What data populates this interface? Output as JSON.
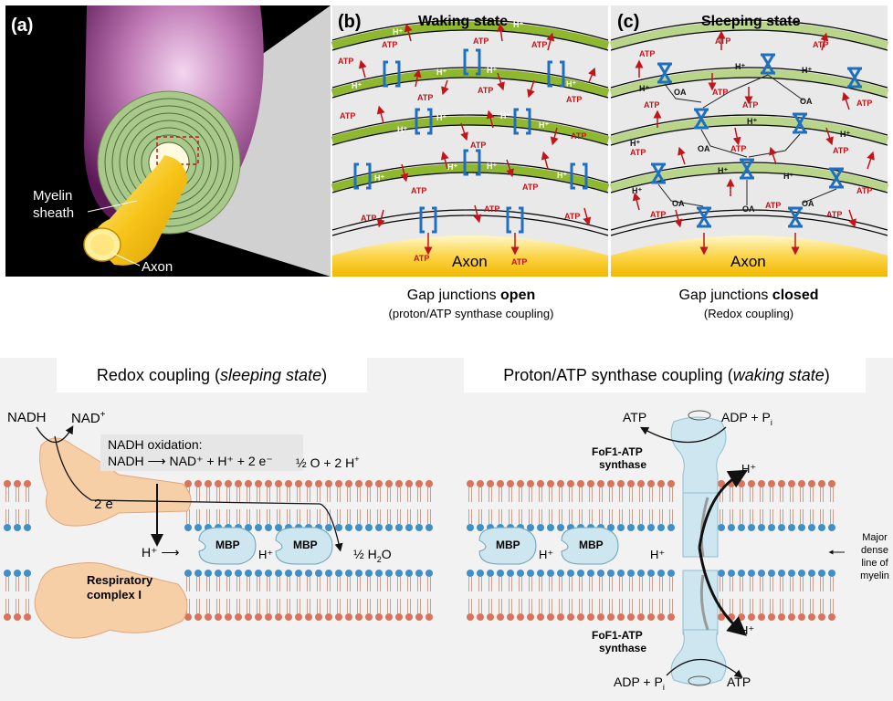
{
  "panel_a": {
    "label": "(a)",
    "myelin_label_1": "Myelin",
    "myelin_label_2": "sheath",
    "axon_label": "Axon"
  },
  "panel_b": {
    "label": "(b)",
    "title": "Waking state",
    "axon": "Axon",
    "caption_1": "Gap junctions ",
    "caption_bold": "open",
    "caption_2": "(proton/ATP synthase coupling)",
    "hplus": "H⁺",
    "atp": "ATP"
  },
  "panel_c": {
    "label": "(c)",
    "title": "Sleeping state",
    "axon": "Axon",
    "caption_1": "Gap junctions ",
    "caption_bold": "closed",
    "caption_2": "(Redox coupling)",
    "hplus": "H⁺",
    "atp": "ATP",
    "oa": "OA"
  },
  "redox": {
    "title_1": "Redox coupling (",
    "title_italic": "sleeping state",
    "title_2": ")",
    "nadh": "NADH",
    "nad": "NAD",
    "nad_sup": "+",
    "box_line1": "NADH oxidation:",
    "box_line2": "NADH ⟶ NAD⁺ + H⁺ + 2 e⁻",
    "half_o": "½ O + 2 H",
    "half_o_sup": "+",
    "two_e": "2 e",
    "two_e_sup": "-",
    "hplus_left": "H⁺ ⟶",
    "hplus_mid": "H⁺",
    "mbp": "MBP",
    "water": "½ H",
    "water_sub": "2",
    "water_end": "O",
    "complex_1": "Respiratory",
    "complex_2": "complex I"
  },
  "proton": {
    "title_1": "Proton/ATP synthase coupling (",
    "title_italic": "waking state",
    "title_2": ")",
    "atp": "ATP",
    "adp": "ADP + P",
    "adp_sub": "i",
    "synthase_1": "FoF1-ATP",
    "synthase_2": "synthase",
    "hplus": "H⁺",
    "mbp": "MBP",
    "major_1": "Major",
    "major_2": "dense",
    "major_3": "line of",
    "major_4": "myelin"
  },
  "colors": {
    "membrane_green": "#8fb82e",
    "membrane_green_light": "#b9d58a",
    "channel_blue": "#1e6fc0",
    "atp_red": "#c0161a",
    "axon_yellow": "#f7c51a",
    "protein_peach": "#f7cfa6",
    "protein_blue": "#cde6f0",
    "lipid_red": "#d9735a",
    "lipid_blue": "#3f8fc8"
  }
}
